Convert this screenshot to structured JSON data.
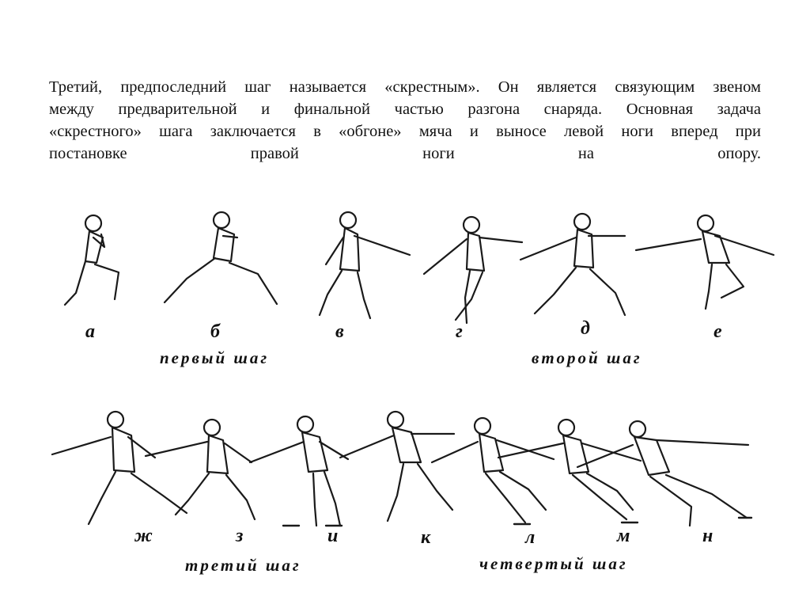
{
  "paragraph": {
    "lines": [
      "Третий, предпоследний шаг называется «скрестным». Он является связующим звеном",
      "между предварительной и финальной частью разгона снаряда. Основная задача",
      "«скрестного» шага заключается в «обгоне» мяча и выносе левой ноги вперед при",
      "постановке правой ноги на опору."
    ]
  },
  "figure": {
    "row1_letters": [
      "а",
      "б",
      "в",
      "г",
      "д",
      "е"
    ],
    "row1_captions": [
      "первый шаг",
      "второй шаг"
    ],
    "row2_letters": [
      "ж",
      "з",
      "и",
      "к",
      "л",
      "м",
      "н"
    ],
    "row2_captions": [
      "третий шаг",
      "четвертый шаг"
    ]
  }
}
